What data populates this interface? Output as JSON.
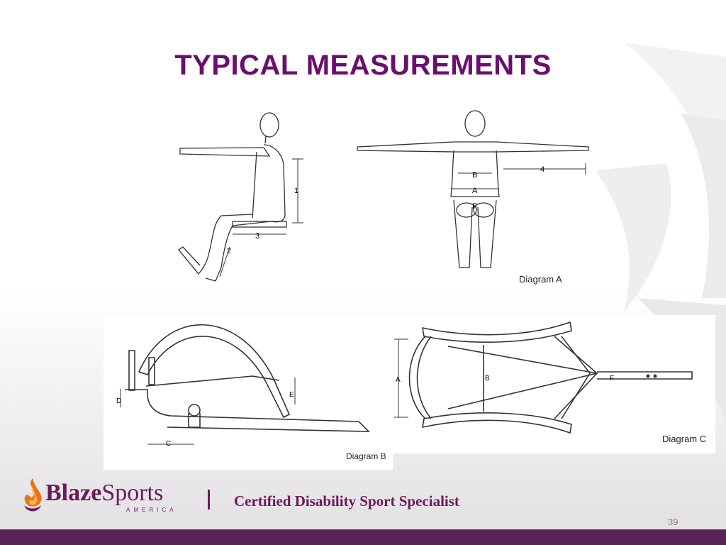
{
  "slide": {
    "title": "TYPICAL MEASUREMENTS",
    "page_number": "39"
  },
  "diagrams": {
    "side_labels": [
      "1",
      "2",
      "3"
    ],
    "front_labels": [
      "B",
      "A",
      "F",
      "4"
    ],
    "diagram_a_caption": "Diagram A",
    "chair_labels": [
      "E",
      "D",
      "C"
    ],
    "diagram_b_caption": "Diagram B",
    "top_labels": [
      "A",
      "B",
      "F"
    ],
    "diagram_c_caption": "Diagram C"
  },
  "footer": {
    "brand_bold": "Blaze",
    "brand_light": "Sports",
    "brand_sub": "AMERICA",
    "tagline": "Certified Disability Sport Specialist"
  },
  "colors": {
    "title": "#6b0f6f",
    "bottom_bar": "#5a2358",
    "flame_orange": "#e8731d"
  }
}
